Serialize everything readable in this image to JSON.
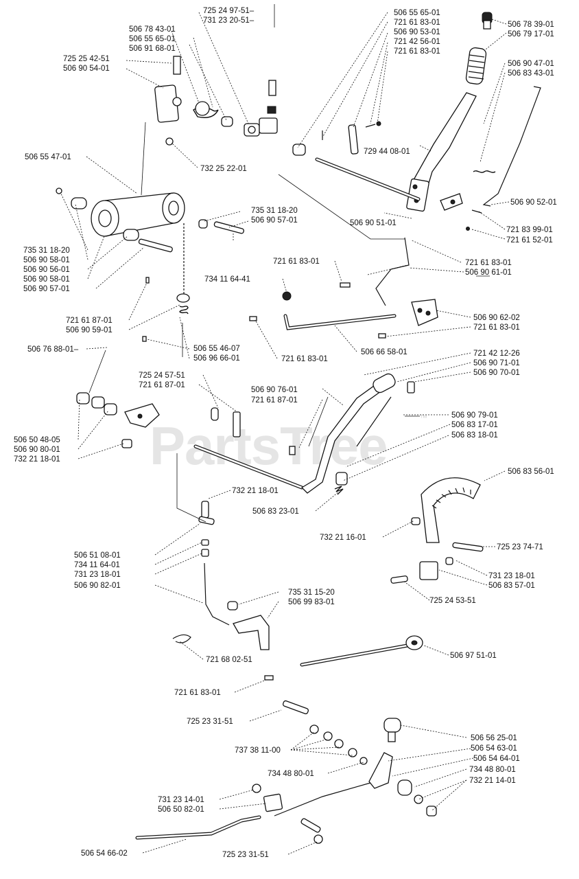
{
  "watermark": {
    "text": "PartsTree",
    "trademark": "™"
  },
  "labels": [
    {
      "id": "p725249751",
      "text": "725 24 97-51–"
    },
    {
      "id": "p731232051",
      "text": "731 23 20-51–"
    },
    {
      "id": "p506784301",
      "text": "506 78 43-01"
    },
    {
      "id": "p506556501a",
      "text": "506 55 65-01"
    },
    {
      "id": "p506916801",
      "text": "506 91 68-01"
    },
    {
      "id": "p725254251",
      "text": "725 25 42-51"
    },
    {
      "id": "p506905401",
      "text": "506 90 54-01"
    },
    {
      "id": "p506556501b",
      "text": "506 55 65-01"
    },
    {
      "id": "p721618301a",
      "text": "721 61 83-01"
    },
    {
      "id": "p506905301",
      "text": "506 90 53-01"
    },
    {
      "id": "p721425601",
      "text": "721 42 56-01"
    },
    {
      "id": "p721618301b",
      "text": "721 61 83-01"
    },
    {
      "id": "p506783901",
      "text": "506 78 39-01"
    },
    {
      "id": "p506791701",
      "text": "506 79 17-01"
    },
    {
      "id": "p506904701",
      "text": "506 90 47-01"
    },
    {
      "id": "p506834301",
      "text": "506 83 43-01"
    },
    {
      "id": "p506554701",
      "text": "506 55 47-01"
    },
    {
      "id": "p732252201",
      "text": "732 25 22-01"
    },
    {
      "id": "p729440801",
      "text": "729 44 08-01"
    },
    {
      "id": "p506905201",
      "text": "506 90 52-01"
    },
    {
      "id": "p735311820a",
      "text": "735 31 18-20"
    },
    {
      "id": "p506905701a",
      "text": "506 90 57-01"
    },
    {
      "id": "p506905101",
      "text": "506 90 51-01"
    },
    {
      "id": "p721839901",
      "text": "721 83 99-01"
    },
    {
      "id": "p721615201",
      "text": "721 61 52-01"
    },
    {
      "id": "p735311820b",
      "text": "735 31 18-20"
    },
    {
      "id": "p506905801a",
      "text": "506 90 58-01"
    },
    {
      "id": "p506905601",
      "text": "506 90 56-01"
    },
    {
      "id": "p506905801b",
      "text": "506 90 58-01"
    },
    {
      "id": "p506905701b",
      "text": "506 90 57-01"
    },
    {
      "id": "p721618301c",
      "text": "721 61 83-01"
    },
    {
      "id": "p721618301d",
      "text": "721 61 83-01"
    },
    {
      "id": "p506906101",
      "text": "506 90 61-01"
    },
    {
      "id": "p734116441",
      "text": "734 11 64-41"
    },
    {
      "id": "p721618701a",
      "text": "721 61 87-01"
    },
    {
      "id": "p506905901",
      "text": "506 90 59-01"
    },
    {
      "id": "p506906202",
      "text": "506 90 62-02"
    },
    {
      "id": "p721618301e",
      "text": "721 61 83-01"
    },
    {
      "id": "p506554607",
      "text": "506 55 46-07"
    },
    {
      "id": "p506966601",
      "text": "506 96 66-01"
    },
    {
      "id": "p721618301f",
      "text": "721 61 83-01"
    },
    {
      "id": "p506665801",
      "text": "506 66 58-01"
    },
    {
      "id": "p506768801",
      "text": "506 76 88-01–"
    },
    {
      "id": "p721421226",
      "text": "721 42 12-26"
    },
    {
      "id": "p506907101",
      "text": "506 90 71-01"
    },
    {
      "id": "p506907001",
      "text": "506 90 70-01"
    },
    {
      "id": "p725245751",
      "text": "725 24 57-51"
    },
    {
      "id": "p721618701b",
      "text": "721 61 87-01"
    },
    {
      "id": "p506907601",
      "text": "506 90 76-01"
    },
    {
      "id": "p721618701c",
      "text": "721 61 87-01"
    },
    {
      "id": "p506907901",
      "text": "506 90 79-01"
    },
    {
      "id": "p506831701",
      "text": "506 83 17-01"
    },
    {
      "id": "p506831801",
      "text": "506 83 18-01"
    },
    {
      "id": "p506504805",
      "text": "506 50 48-05"
    },
    {
      "id": "p506908001",
      "text": "506 90 80-01"
    },
    {
      "id": "p732211801a",
      "text": "732 21 18-01"
    },
    {
      "id": "p506835601",
      "text": "506 83 56-01"
    },
    {
      "id": "p732211801b",
      "text": "732 21 18-01"
    },
    {
      "id": "p506832301",
      "text": "506 83 23-01"
    },
    {
      "id": "p732211601",
      "text": "732 21 16-01"
    },
    {
      "id": "p725237471",
      "text": "725 23 74-71"
    },
    {
      "id": "p731231801a",
      "text": "731 23 18-01"
    },
    {
      "id": "p506835701",
      "text": "506 83 57-01"
    },
    {
      "id": "p506510801",
      "text": "506 51 08-01"
    },
    {
      "id": "p734116401",
      "text": "734 11 64-01"
    },
    {
      "id": "p731231801b",
      "text": "731 23 18-01"
    },
    {
      "id": "p506908201",
      "text": "506 90 82-01"
    },
    {
      "id": "p725245351",
      "text": "725 24 53-51"
    },
    {
      "id": "p735311520",
      "text": "735 31 15-20"
    },
    {
      "id": "p506998301",
      "text": "506 99 83-01"
    },
    {
      "id": "p721680251",
      "text": "721 68 02-51"
    },
    {
      "id": "p506975101",
      "text": "506 97 51-01"
    },
    {
      "id": "p721618301g",
      "text": "721 61 83-01"
    },
    {
      "id": "p725233151a",
      "text": "725 23 31-51"
    },
    {
      "id": "p506562501",
      "text": "506 56 25-01"
    },
    {
      "id": "p737381100",
      "text": "737 38 11-00"
    },
    {
      "id": "p506546301",
      "text": "506 54 63-01"
    },
    {
      "id": "p506546401",
      "text": "506 54 64-01"
    },
    {
      "id": "p734488001a",
      "text": "734 48 80-01"
    },
    {
      "id": "p734488001b",
      "text": "734 48 80-01"
    },
    {
      "id": "p732211401",
      "text": "732 21 14-01"
    },
    {
      "id": "p731231401",
      "text": "731 23 14-01"
    },
    {
      "id": "p506508201",
      "text": "506 50 82-01"
    },
    {
      "id": "p506546602",
      "text": "506 54 66-02"
    },
    {
      "id": "p725233151b",
      "text": "725 23 31-51"
    }
  ]
}
